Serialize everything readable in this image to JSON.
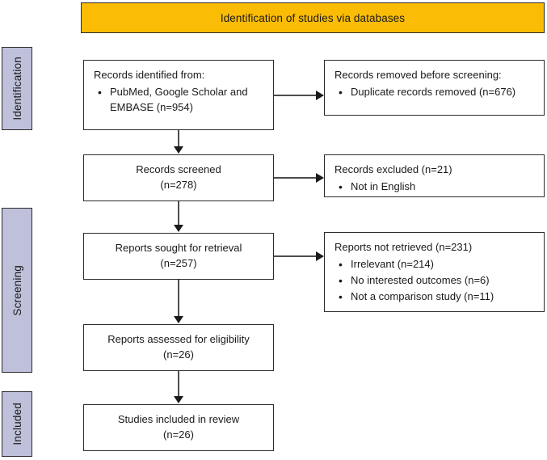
{
  "banner": {
    "title": "Identification of studies via databases",
    "color": "#FBBC06"
  },
  "stages": [
    {
      "label": "Identification",
      "color": "#BFC1DB"
    },
    {
      "label": "Screening",
      "color": "#BFC1DB"
    },
    {
      "label": "Included",
      "color": "#BFC1DB"
    }
  ],
  "flow": {
    "records_identified": {
      "lead": "Records identified from:",
      "items": [
        "PubMed, Google Scholar and EMBASE (n=954)"
      ]
    },
    "records_removed": {
      "lead": "Records removed before screening:",
      "items": [
        "Duplicate records removed (n=676)"
      ]
    },
    "records_screened": {
      "line1": "Records screened",
      "line2": "(n=278)"
    },
    "records_excluded": {
      "lead": "Records excluded (n=21)",
      "items": [
        "Not in English"
      ]
    },
    "reports_sought": {
      "line1": "Reports sought for retrieval",
      "line2": "(n=257)"
    },
    "reports_not_retrieved": {
      "lead": "Reports not retrieved (n=231)",
      "items": [
        "Irrelevant (n=214)",
        "No interested outcomes (n=6)",
        "Not a comparison study (n=11)"
      ]
    },
    "reports_assessed": {
      "line1": "Reports assessed for eligibility",
      "line2": "(n=26)"
    },
    "studies_included": {
      "line1": "Studies included in review",
      "line2": "(n=26)"
    }
  }
}
